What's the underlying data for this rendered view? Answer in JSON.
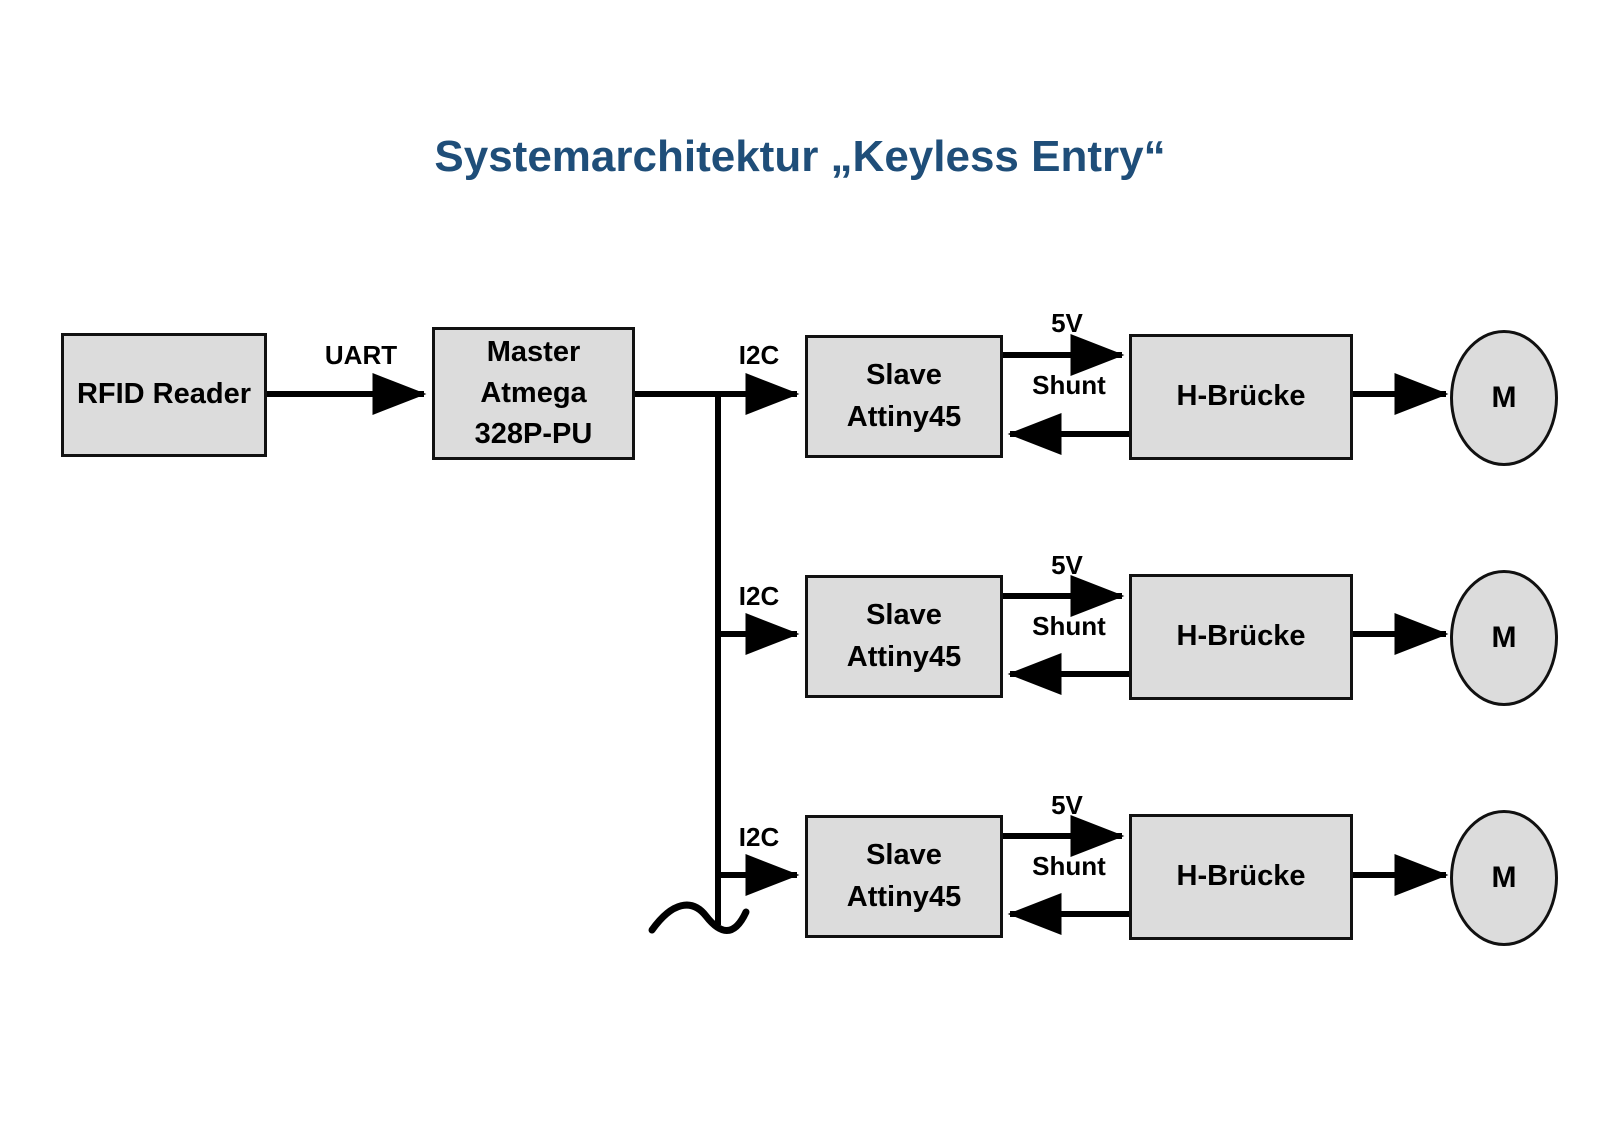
{
  "title": "Systemarchitektur „Keyless Entry“",
  "colors": {
    "title": "#1F4E79",
    "node_fill": "#DCDCDC",
    "node_stroke": "#111111",
    "background": "#FFFFFF",
    "connector": "#000000"
  },
  "nodes": {
    "rfid_reader": "RFID Reader",
    "master": "Master\nAtmega\n328P-PU",
    "master_line1": "Master",
    "master_line2": "Atmega",
    "master_line3": "328P-PU",
    "slave_line1": "Slave",
    "slave_line2": "Attiny45",
    "hbridge": "H-Brücke",
    "motor": "M"
  },
  "edge_labels": {
    "uart": "UART",
    "i2c": "I2C",
    "five_volt": "5V",
    "shunt": "Shunt"
  },
  "rows": [
    {
      "index": 1,
      "slave_line1": "Slave",
      "slave_line2": "Attiny45",
      "hbridge": "H-Brücke",
      "motor": "M",
      "bus_label": "I2C",
      "forward_label": "5V",
      "return_label": "Shunt"
    },
    {
      "index": 2,
      "slave_line1": "Slave",
      "slave_line2": "Attiny45",
      "hbridge": "H-Brücke",
      "motor": "M",
      "bus_label": "I2C",
      "forward_label": "5V",
      "return_label": "Shunt"
    },
    {
      "index": 3,
      "slave_line1": "Slave",
      "slave_line2": "Attiny45",
      "hbridge": "H-Brücke",
      "motor": "M",
      "bus_label": "I2C",
      "forward_label": "5V",
      "return_label": "Shunt"
    }
  ]
}
